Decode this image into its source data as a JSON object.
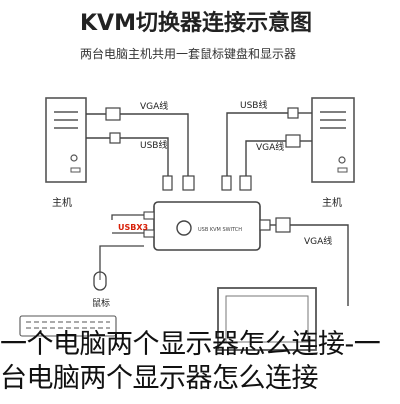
{
  "title": "KVM切换器连接示意图",
  "subtitle": "两台电脑主机共用一套鼠标键盘和显示器",
  "labels": {
    "host_left": "主机",
    "host_right": "主机",
    "vga_left": "VGA线",
    "usb_left": "USB线",
    "usb_right": "USB线",
    "vga_right_top": "VGA线",
    "vga_right_bottom": "VGA线",
    "usbx3": "USBX3",
    "mouse": "鼠标",
    "switch_text": "USB KVM SWITCH"
  },
  "caption": {
    "line1": "一个电脑两个显示器怎么连接-一",
    "line2": "台电脑两个显示器怎么连接"
  },
  "colors": {
    "line": "#444444",
    "text": "#222222",
    "caption": "#111111",
    "accent_red": "#d81e06",
    "frame": "#555555"
  }
}
